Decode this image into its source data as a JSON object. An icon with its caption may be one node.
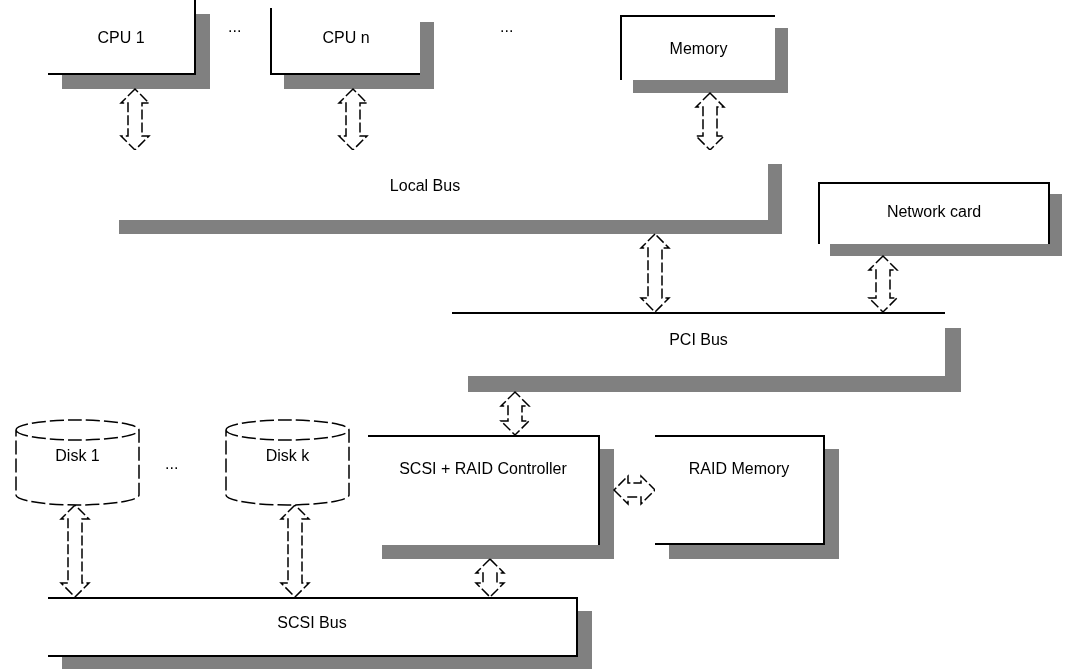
{
  "diagram": {
    "nodes": [
      {
        "text": [
          "CPU 1"
        ]
      },
      {
        "text": [
          "CPU n"
        ]
      },
      {
        "text": [
          "Memory"
        ]
      },
      {
        "text": [
          "Local Bus"
        ]
      },
      {
        "text": [
          "Network card"
        ]
      },
      {
        "text": [
          "PCI Bus"
        ]
      },
      {
        "text": [
          "Disk 1"
        ]
      },
      {
        "text": [
          "Disk k"
        ]
      },
      {
        "text": [
          "SCSI + RAID Controller"
        ]
      },
      {
        "text": [
          "RAID Memory"
        ]
      },
      {
        "text": [
          "SCSI Bus"
        ]
      }
    ],
    "edges": [
      {
        "from": 0,
        "to": 3,
        "arrow": "both"
      },
      {
        "from": 1,
        "to": 3,
        "arrow": "both"
      },
      {
        "from": 2,
        "to": 3,
        "arrow": "both"
      },
      {
        "from": 3,
        "to": 5,
        "arrow": "both"
      },
      {
        "from": 4,
        "to": 5,
        "arrow": "both"
      },
      {
        "from": 5,
        "to": 8,
        "arrow": "both"
      },
      {
        "from": 8,
        "to": 9,
        "arrow": "both"
      },
      {
        "from": 6,
        "to": 10,
        "arrow": "both"
      },
      {
        "from": 7,
        "to": 10,
        "arrow": "both"
      },
      {
        "from": 8,
        "to": 10,
        "arrow": "both"
      }
    ],
    "labels": [
      "...",
      "...",
      "..."
    ]
  }
}
